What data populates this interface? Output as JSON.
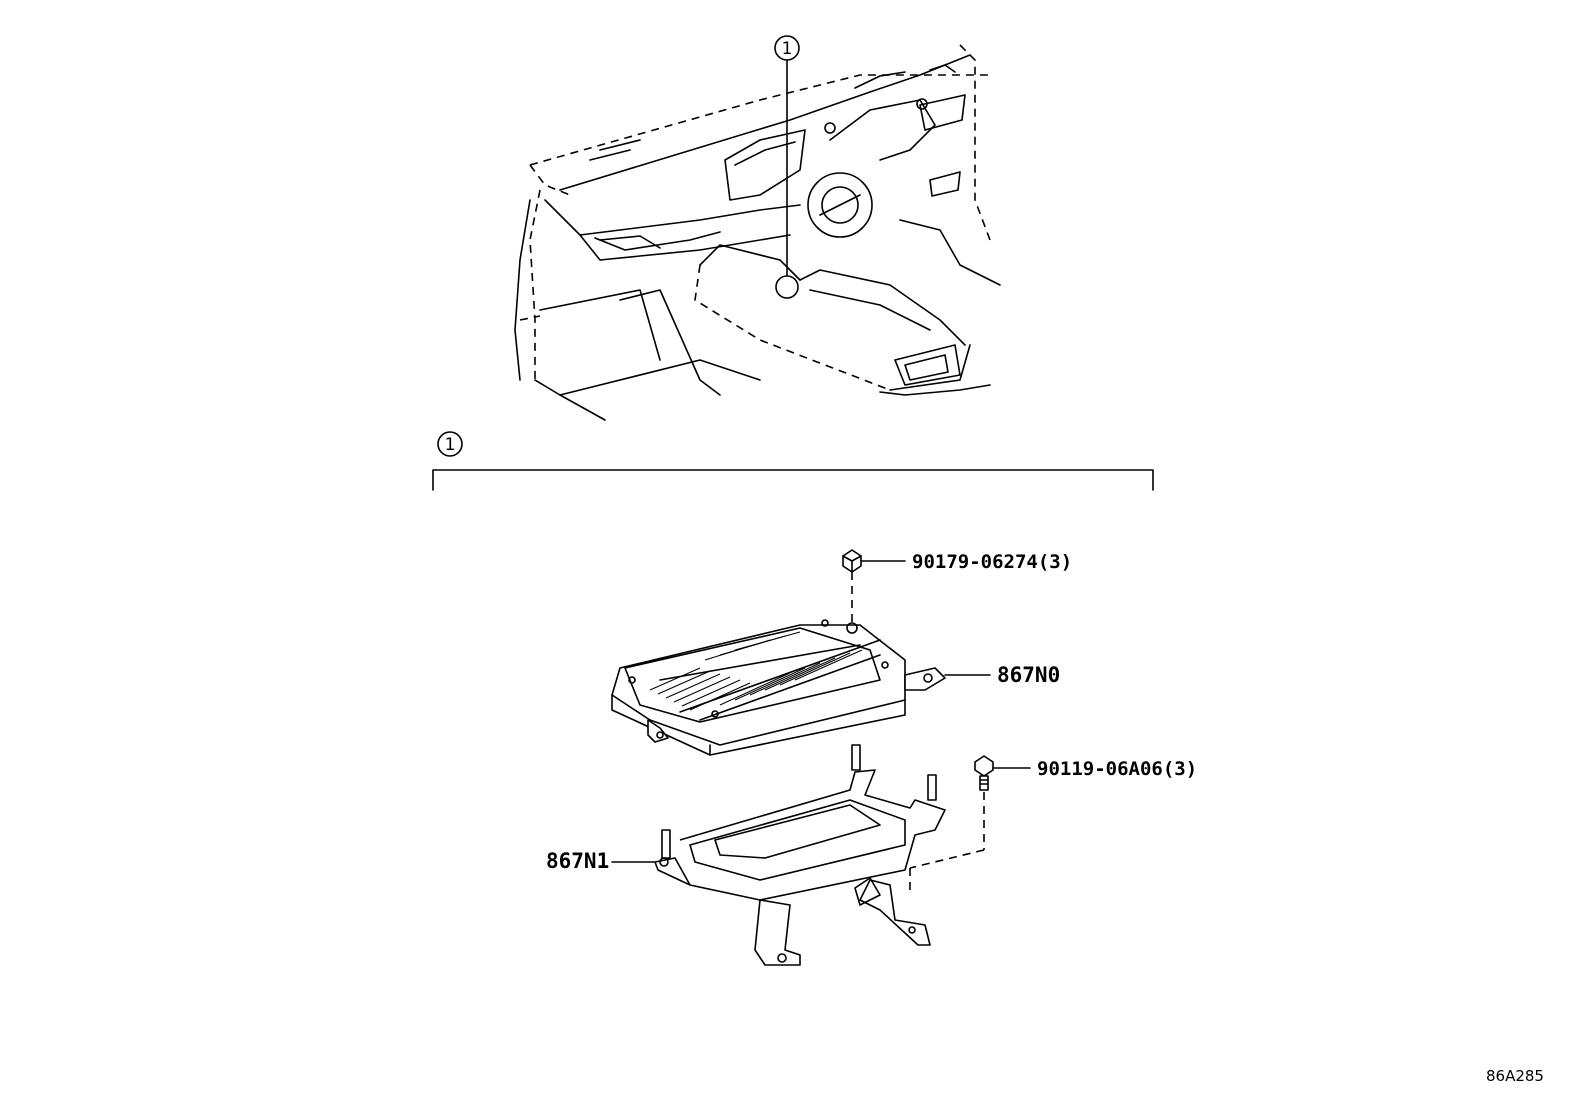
{
  "overview": {
    "callout": "1"
  },
  "detail": {
    "callout": "1"
  },
  "parts": {
    "nut": "90179-06274(3)",
    "ecu": "867N0",
    "bolt": "90119-06A06(3)",
    "bracket": "867N1"
  },
  "illustration_code": "86A285"
}
